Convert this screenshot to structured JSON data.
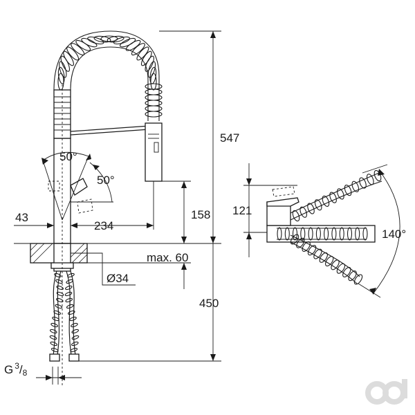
{
  "dimensions": {
    "total_height": "547",
    "spout_height": "158",
    "reach": "234",
    "offset": "43",
    "swivel_angle": "50",
    "handle_angle": "50",
    "deck_thickness": "max. 60",
    "hole_diameter": "Ø34",
    "hose_length": "450",
    "connection": "G",
    "connection_sup": "3",
    "connection_sub": "8",
    "side_height": "121",
    "side_angle": "140"
  },
  "units": {
    "degree": "°"
  },
  "logo": {
    "text": "cd",
    "color": "#dcdcdc"
  },
  "colors": {
    "line": "#1a1a1a",
    "background": "#ffffff"
  }
}
